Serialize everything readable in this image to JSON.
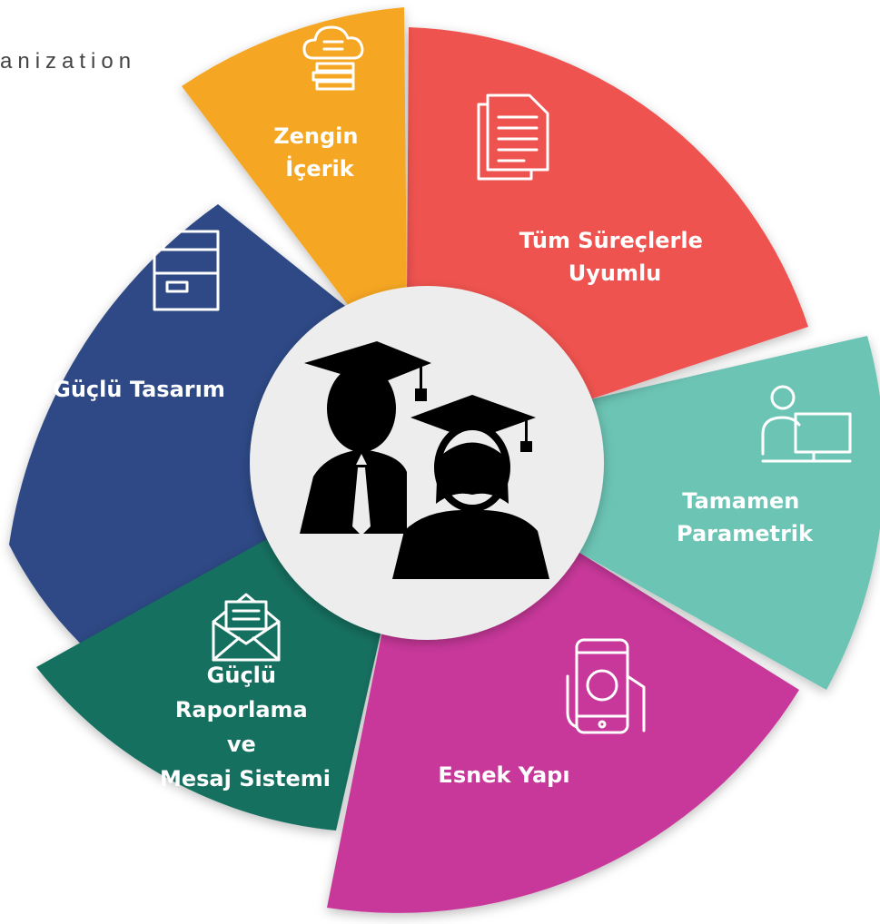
{
  "header": {
    "partial_text": "anization"
  },
  "center": {
    "icon": "graduates-icon"
  },
  "segments": [
    {
      "key": "zengin",
      "lines": [
        "Zengin",
        "İçerik"
      ],
      "color": "#F5A623",
      "icon": "cloud-books-icon"
    },
    {
      "key": "tum",
      "lines": [
        "Tüm Süreçlerle",
        "Uyumlu"
      ],
      "color": "#EF5350",
      "icon": "document-icon"
    },
    {
      "key": "tamamen",
      "lines": [
        "Tamamen",
        "Parametrik"
      ],
      "color": "#6CC4B4",
      "icon": "person-computer-icon"
    },
    {
      "key": "esnek",
      "lines": [
        "Esnek Yapı"
      ],
      "color": "#C8379A",
      "icon": "mobile-phone-icon"
    },
    {
      "key": "rapor",
      "lines": [
        "Güçlü",
        "Raporlama",
        "ve",
        "Mesaj Sistemi"
      ],
      "color": "#137060",
      "icon": "envelope-icon"
    },
    {
      "key": "tasarim",
      "lines": [
        "Güçlü Tasarım"
      ],
      "color": "#2E4A86",
      "icon": "drawer-icon"
    }
  ]
}
